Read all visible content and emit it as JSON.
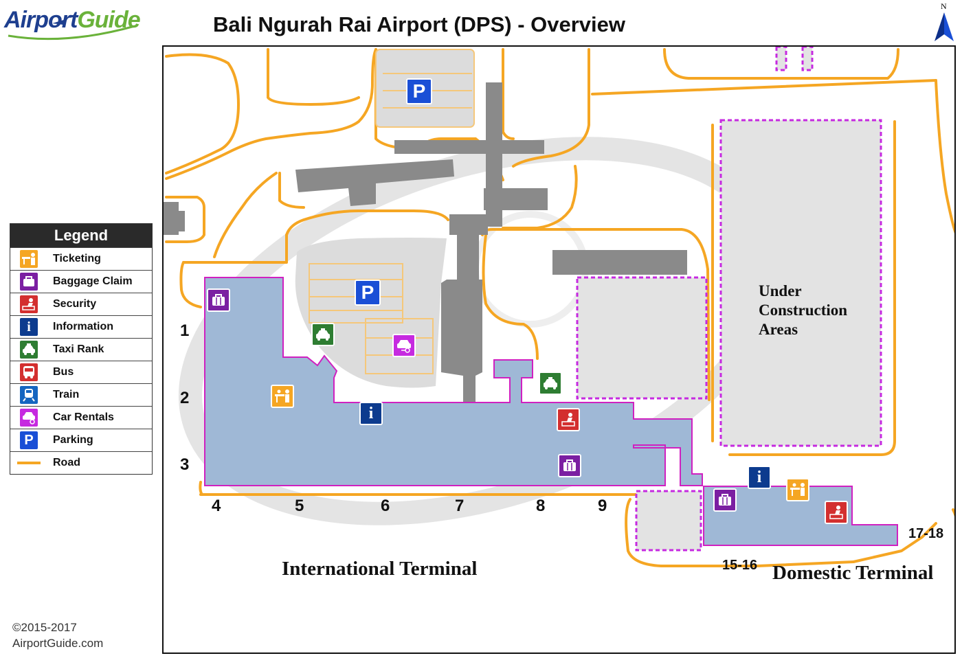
{
  "header": {
    "logo_part1": "Airport",
    "logo_part2": "Guide",
    "title": "Bali Ngurah Rai Airport (DPS) - Overview",
    "north_label": "N"
  },
  "legend": {
    "title": "Legend",
    "items": [
      {
        "label": "Ticketing",
        "icon": "ticketing-icon",
        "color": "#f5a623"
      },
      {
        "label": "Baggage Claim",
        "icon": "baggage-icon",
        "color": "#7b1fa2"
      },
      {
        "label": "Security",
        "icon": "security-icon",
        "color": "#d32f2f"
      },
      {
        "label": "Information",
        "icon": "information-icon",
        "color": "#0d3b8e"
      },
      {
        "label": "Taxi Rank",
        "icon": "taxi-icon",
        "color": "#2e7d32"
      },
      {
        "label": "Bus",
        "icon": "bus-icon",
        "color": "#d32f2f"
      },
      {
        "label": "Train",
        "icon": "train-icon",
        "color": "#1565c0"
      },
      {
        "label": "Car Rentals",
        "icon": "car-rental-icon",
        "color": "#c62ae0"
      },
      {
        "label": "Parking",
        "icon": "parking-icon",
        "color": "#1a4fd6"
      },
      {
        "label": "Road",
        "icon": "road-swatch",
        "color": "#f5a623"
      }
    ]
  },
  "map": {
    "parking_glyph": "P",
    "info_glyph": "i",
    "gates": [
      "1",
      "2",
      "3",
      "4",
      "5",
      "6",
      "7",
      "8",
      "9",
      "15-16",
      "17-18"
    ],
    "labels": {
      "construction_line1": "Under",
      "construction_line2": "Construction",
      "construction_line3": "Areas",
      "international": "International Terminal",
      "domestic": "Domestic Terminal"
    }
  },
  "footer": {
    "copyright": "©2015-2017",
    "site": "AirportGuide.com"
  }
}
